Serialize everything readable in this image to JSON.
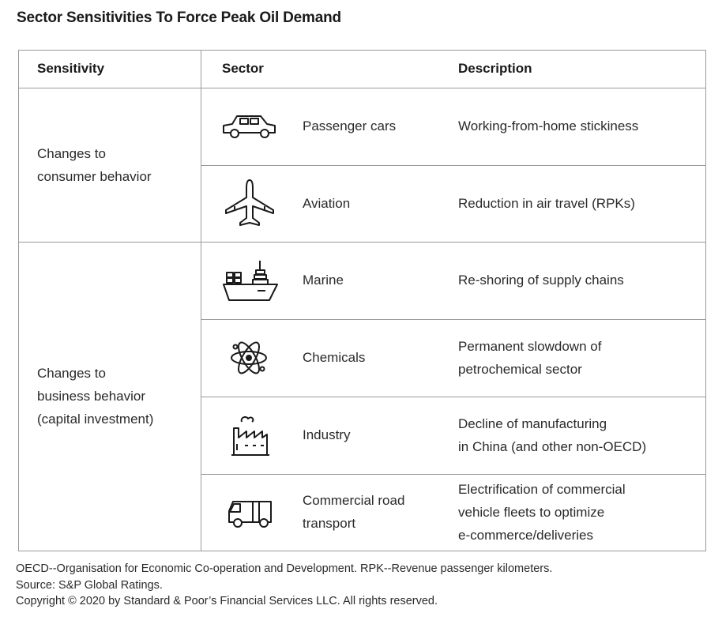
{
  "title": "Sector Sensitivities To Force Peak Oil Demand",
  "headers": {
    "sensitivity": "Sensitivity",
    "sector": "Sector",
    "description": "Description"
  },
  "groups": [
    {
      "lines": [
        "Changes to",
        "consumer behavior"
      ]
    },
    {
      "lines": [
        "Changes to",
        "business behavior",
        "(capital investment)"
      ]
    }
  ],
  "rows": [
    {
      "icon": "car-icon",
      "sector": [
        "Passenger cars"
      ],
      "description": [
        "Working-from-home stickiness"
      ]
    },
    {
      "icon": "airplane-icon",
      "sector": [
        "Aviation"
      ],
      "description": [
        "Reduction in air travel (RPKs)"
      ]
    },
    {
      "icon": "ship-icon",
      "sector": [
        "Marine"
      ],
      "description": [
        "Re-shoring of supply chains"
      ]
    },
    {
      "icon": "atom-icon",
      "sector": [
        "Chemicals"
      ],
      "description": [
        "Permanent slowdown of",
        "petrochemical sector"
      ]
    },
    {
      "icon": "factory-icon",
      "sector": [
        "Industry"
      ],
      "description": [
        "Decline of manufacturing",
        "in China (and other non-OECD)"
      ]
    },
    {
      "icon": "truck-icon",
      "sector": [
        "Commercial road",
        "transport"
      ],
      "description": [
        "Electrification of commercial",
        "vehicle fleets to optimize",
        "e-commerce/deliveries"
      ]
    }
  ],
  "footer": {
    "abbreviations": "OECD--Organisation for Economic Co-operation and Development. RPK--Revenue passenger kilometers.",
    "source": "Source: S&P Global Ratings.",
    "copyright": "Copyright © 2020 by Standard & Poor’s Financial Services LLC. All rights reserved."
  }
}
